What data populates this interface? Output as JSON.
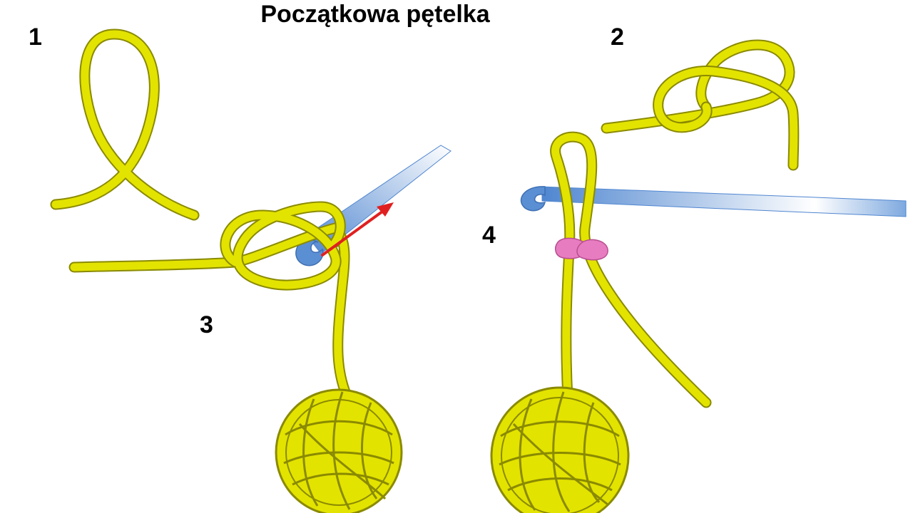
{
  "title": "Początkowa pętelka",
  "steps": [
    {
      "number": "1"
    },
    {
      "number": "2"
    },
    {
      "number": "3"
    },
    {
      "number": "4"
    }
  ],
  "colors": {
    "yarn": "#e3e300",
    "yarn_outline": "#8a8a00",
    "hook": "#6f9fd8",
    "arrow": "#e02020",
    "marker": "#e87cc0",
    "background": "#ffffff"
  }
}
